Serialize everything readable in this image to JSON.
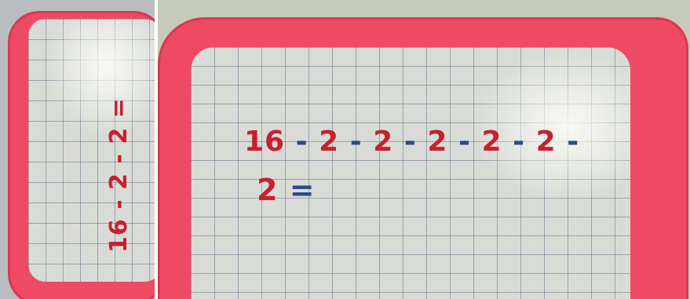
{
  "photos": [
    {
      "name": "left",
      "lines": [
        {
          "parts": [
            {
              "text": "16",
              "color": "red"
            },
            {
              "text": "-",
              "color": "red"
            },
            {
              "text": "2",
              "color": "red"
            },
            {
              "text": "-",
              "color": "red"
            },
            {
              "text": "2",
              "color": "red"
            },
            {
              "text": "=",
              "color": "red"
            }
          ]
        }
      ]
    },
    {
      "name": "right",
      "lines": [
        {
          "parts": [
            {
              "text": "16",
              "color": "red"
            },
            {
              "text": "-",
              "color": "blue"
            },
            {
              "text": "2",
              "color": "red"
            },
            {
              "text": "-",
              "color": "blue"
            },
            {
              "text": "2",
              "color": "red"
            },
            {
              "text": "-",
              "color": "blue"
            },
            {
              "text": "2",
              "color": "red"
            },
            {
              "text": "-",
              "color": "blue"
            },
            {
              "text": "2",
              "color": "red"
            },
            {
              "text": "-",
              "color": "blue"
            },
            {
              "text": "2",
              "color": "red"
            },
            {
              "text": "-",
              "color": "blue"
            }
          ]
        },
        {
          "parts": [
            {
              "text": "2",
              "color": "red"
            },
            {
              "text": "=",
              "color": "blue"
            }
          ]
        }
      ]
    }
  ],
  "colors": {
    "board_frame": "#ef4a64",
    "ink_red": "#c81f2f",
    "ink_blue": "#2a4a80"
  }
}
